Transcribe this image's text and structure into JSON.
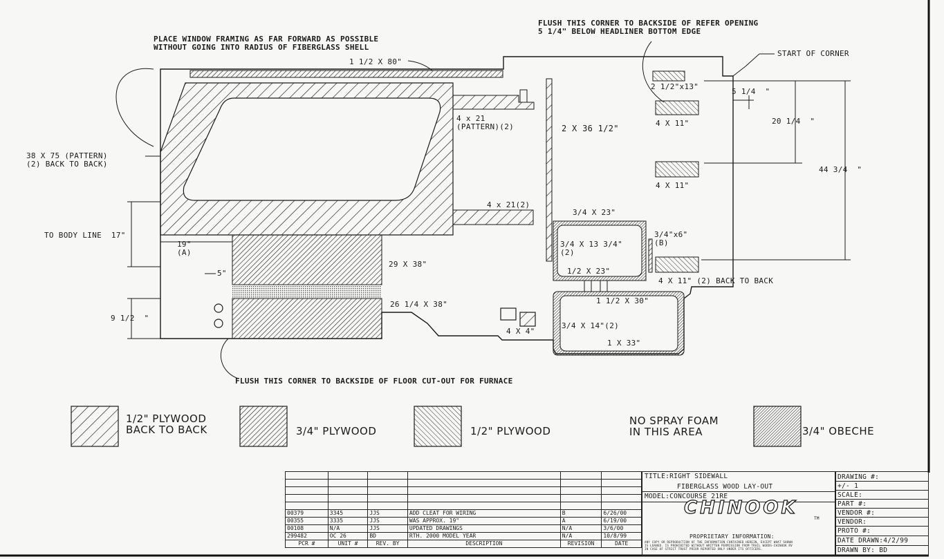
{
  "notes": {
    "window_framing": "PLACE WINDOW FRAMING AS FAR FORWARD AS POSSIBLE\nWITHOUT GOING INTO RADIUS OF FIBERGLASS SHELL",
    "flush_top": "FLUSH THIS CORNER TO BACKSIDE OF REFER OPENING\n5 1/4\" BELOW HEADLINER BOTTOM EDGE",
    "flush_bottom": "FLUSH THIS CORNER TO BACKSIDE OF FLOOR CUT-OUT FOR FURNACE",
    "start_of_corner": "START OF CORNER"
  },
  "labels": {
    "l1": "1 1/2 X 80\"",
    "l2": "38 X 75 (PATTERN)\n(2) BACK TO BACK)",
    "l3": "4 x 21\n(PATTERN)(2)",
    "l4": "2 X 36 1/2\"",
    "l5": "4 x 21(2)",
    "l6": "TO BODY LINE  17\"",
    "l7": "19\"\n(A)",
    "l8": "5\"",
    "l9": "29 X 38\"",
    "l10": "26 1/4 X 38\"",
    "l11": "9 1/2  \"",
    "l12": "4 X 4\"",
    "l13": "3/4 X 23\"",
    "l14": "3/4 X 13 3/4\"\n(2)",
    "l15": "1/2 X 23\"",
    "l16": "3/4\"x6\"\n(B)",
    "l17": "1 1/2 X 30\"",
    "l18": "3/4 X 14\"(2)",
    "l19": "1 X 33\"",
    "l20": "2 1/2\"x13\"",
    "l21": "5 1/4  \"",
    "l22": "4 X 11\"",
    "l23": "20 1/4  \"",
    "l24": "4 X 11\"",
    "l25": "44 3/4  \"",
    "l26": "4 X 11\" (2) BACK TO BACK"
  },
  "legend": {
    "a": "1/2\" PLYWOOD\nBACK TO BACK",
    "b": "3/4\" PLYWOOD",
    "c": "1/2\" PLYWOOD",
    "d": "NO SPRAY FOAM\nIN THIS AREA",
    "e": "3/4\" OBECHE"
  },
  "revisions": {
    "rows": [
      [
        "00379",
        "3345",
        "JJS",
        "ADD CLEAT FOR WIRING",
        "B",
        "6/26/00"
      ],
      [
        "00355",
        "3335",
        "JJS",
        "WAS APPROX. 19\"",
        "A",
        "6/19/00"
      ],
      [
        "00108",
        "N/A",
        "JJS",
        "UPDATED DRAWINGS",
        "N/A",
        "3/6/00"
      ],
      [
        "299482",
        "OC 26",
        "BD",
        "RTH. 2000 MODEL YEAR",
        "N/A",
        "10/8/99"
      ]
    ],
    "headers": [
      "PCR #",
      "UNIT #",
      "REV. BY",
      "DESCRIPTION",
      "REVISION",
      "DATE"
    ]
  },
  "title_block": {
    "title1": "TITLE:RIGHT SIDEWALL",
    "title2": "FIBERGLASS WOOD LAY-OUT",
    "model": "MODEL:CONCOURSE 21RE",
    "logo": "CHINOOK",
    "tm": "TM",
    "proprietary": "PROPRIETARY INFORMATION:",
    "fine_print": "ANY COPY OR REPRODUCTION OF THE INFORMATION CONTAINED HEREIN, EXCEPT WHAT SHOWN\nIS LOANED. IS PROHIBITED WITHOUT WRITTEN PERMISSION FROM TRAIL WOODS-CHINOOK RV\nIN CASE OF STRICT TRUST PRIOR REPORTED ONLY UNDER ITS OFFICERS.",
    "right": [
      "DRAWING #:",
      "+/- 1",
      "SCALE:",
      "PART #:",
      "VENDOR #:",
      "VENDOR:",
      "PROTO #:",
      "DATE DRAWN:4/2/99",
      "DRAWN BY: BD"
    ]
  }
}
